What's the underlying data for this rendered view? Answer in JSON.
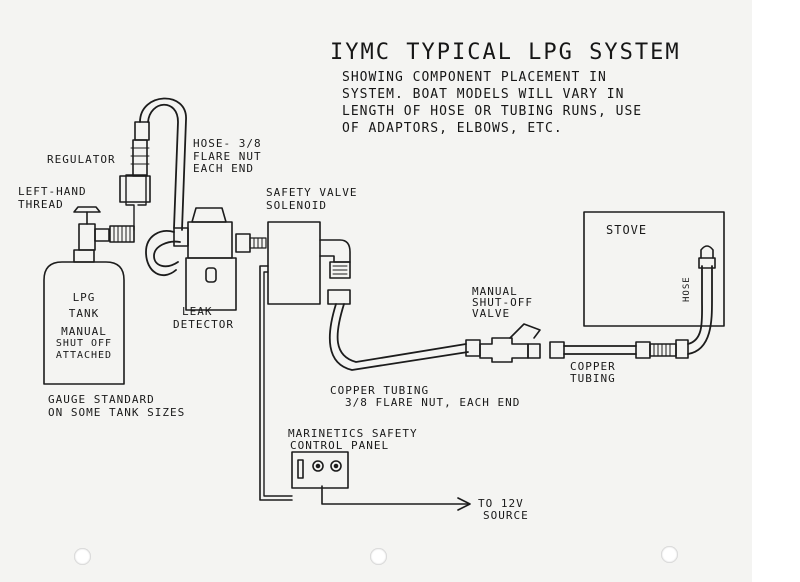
{
  "title": "IYMC TYPICAL LPG SYSTEM",
  "subtitle_lines": [
    "SHOWING COMPONENT PLACEMENT IN",
    "SYSTEM. BOAT MODELS WILL VARY IN",
    "LENGTH OF HOSE OR TUBING RUNS, USE",
    "OF ADAPTORS, ELBOWS, ETC."
  ],
  "labels": {
    "regulator": "REGULATOR",
    "left_hand_thread": [
      "LEFT-HAND",
      "THREAD"
    ],
    "tank": [
      "LPG",
      "TANK",
      "MANUAL",
      "SHUT OFF",
      "ATTACHED"
    ],
    "gauge_note": [
      "GAUGE STANDARD",
      "ON SOME TANK SIZES"
    ],
    "hose_top": [
      "HOSE- 3/8",
      "FLARE NUT",
      "EACH END"
    ],
    "safety_valve": [
      "SAFETY VALVE",
      "SOLENOID"
    ],
    "leak_detector": [
      "LEAK",
      "DETECTOR"
    ],
    "manual_shutoff": [
      "MANUAL",
      "SHUT-OFF",
      "VALVE"
    ],
    "stove": "STOVE",
    "hose_side": "HOSE",
    "copper_tubing_short": [
      "COPPER",
      "TUBING"
    ],
    "copper_tubing_long": [
      "COPPER TUBING",
      "3/8  FLARE NUT, EACH END"
    ],
    "control_panel": [
      "MARINETICS SAFETY",
      "CONTROL PANEL"
    ],
    "power": [
      "TO 12V",
      "SOURCE"
    ]
  }
}
